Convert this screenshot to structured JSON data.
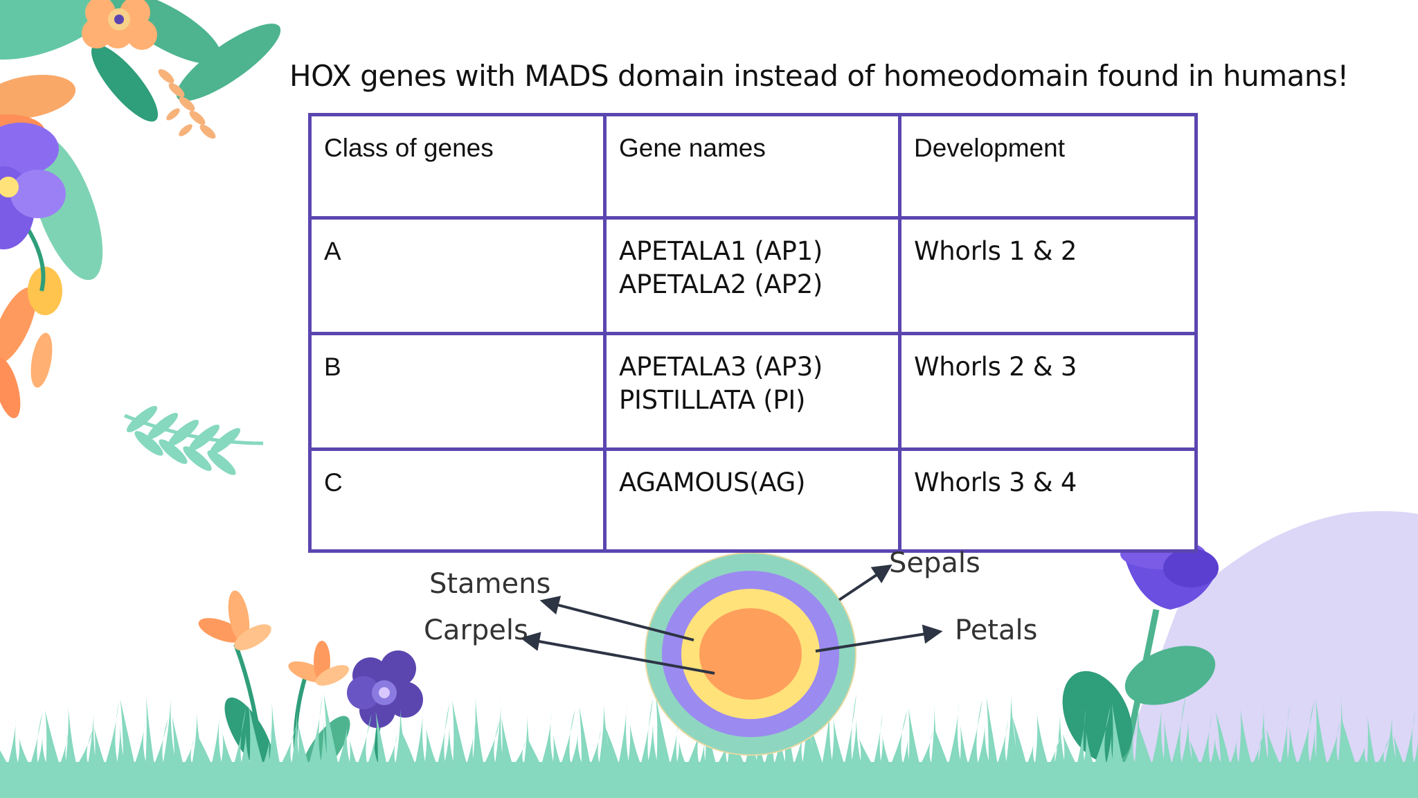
{
  "slide": {
    "title": "HOX genes with MADS domain instead of homeodomain found in humans!"
  },
  "table": {
    "headers": [
      "Class of genes",
      "Gene names",
      "Development"
    ],
    "rows": [
      {
        "class": "A",
        "genes": [
          "APETALA1 (AP1)",
          "APETALA2 (AP2)"
        ],
        "development": "Whorls 1 & 2"
      },
      {
        "class": "B",
        "genes": [
          "APETALA3 (AP3)",
          "PISTILLATA (PI)"
        ],
        "development": "Whorls 2 & 3"
      },
      {
        "class": "C",
        "genes": [
          "AGAMOUS(AG)"
        ],
        "development": "Whorls 3 & 4"
      }
    ]
  },
  "diagram": {
    "labels": {
      "stamens": "Stamens",
      "carpels": "Carpels",
      "sepals": "Sepals",
      "petals": "Petals"
    }
  },
  "colors": {
    "table_border": "#5b46b0",
    "sepal_ring": "#8fd6c0",
    "petal_ring": "#9b8af0",
    "stamen_ring": "#ffe27a",
    "carpel_core": "#ff9f5c",
    "grass": "#86d8bf",
    "hill": "#dcd6f7"
  }
}
